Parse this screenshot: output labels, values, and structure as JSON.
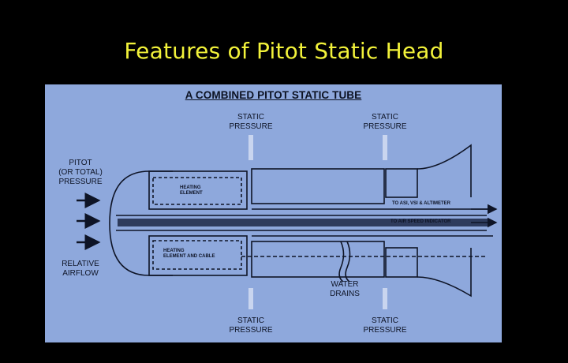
{
  "slide": {
    "title": "Features of Pitot Static Head"
  },
  "diagram": {
    "heading": "A COMBINED PITOT STATIC TUBE",
    "static_pressure_top_left": [
      "STATIC",
      "PRESSURE"
    ],
    "static_pressure_top_right": [
      "STATIC",
      "PRESSURE"
    ],
    "static_pressure_bottom_left": [
      "STATIC",
      "PRESSURE"
    ],
    "static_pressure_bottom_right": [
      "STATIC",
      "PRESSURE"
    ],
    "pitot_label": [
      "PITOT",
      "(OR TOTAL)",
      "PRESSURE"
    ],
    "relative_airflow": [
      "RELATIVE",
      "AIRFLOW"
    ],
    "heating_element": [
      "HEATING",
      "ELEMENT"
    ],
    "heating_element_cable": [
      "HEATING",
      "ELEMENT AND CABLE"
    ],
    "water_drains": [
      "WATER",
      "DRAINS"
    ],
    "to_asi_label": "TO ASI, VSI & ALTIMETER",
    "to_airspeed_label": "TO AIR SPEED INDICATOR"
  },
  "colors": {
    "slide_background": "#000000",
    "title_color": "#f2f23a",
    "panel_background": "#8ea8dc",
    "line_color": "#0e1426"
  }
}
